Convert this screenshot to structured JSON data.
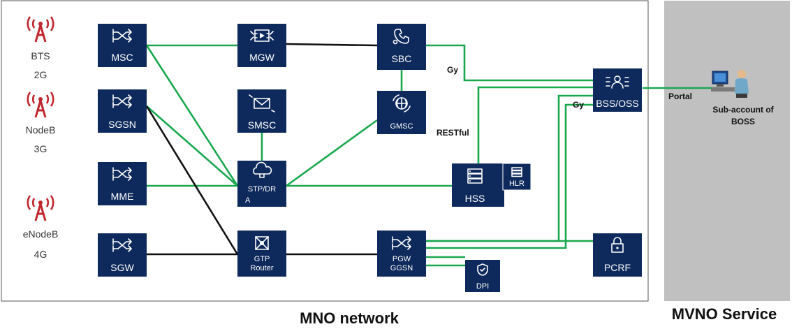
{
  "colors": {
    "node_fill": "#0e2a5c",
    "green_link": "#1aa84e",
    "black_link": "#111111",
    "tower_red": "#c0262d",
    "mvno_panel": "#c0c0c0"
  },
  "regions": {
    "mno_label": "MNO network",
    "mvno_label": "MVNO Service"
  },
  "sites": [
    {
      "name": "BTS",
      "gen": "2G",
      "icon": "antenna-tower-icon"
    },
    {
      "name": "NodeB",
      "gen": "3G",
      "icon": "antenna-tower-icon"
    },
    {
      "name": "eNodeB",
      "gen": "4G",
      "icon": "antenna-tower-icon"
    }
  ],
  "nodes": {
    "msc": {
      "label": "MSC",
      "icon": "switch-arrows-icon"
    },
    "sgsn": {
      "label": "SGSN",
      "icon": "switch-arrows-icon"
    },
    "mme": {
      "label": "MME",
      "icon": "switch-arrows-icon"
    },
    "sgw": {
      "label": "SGW",
      "icon": "switch-arrows-icon"
    },
    "mgw": {
      "label": "MGW",
      "icon": "media-gateway-icon"
    },
    "smsc": {
      "label": "SMSC",
      "icon": "envelope-icon"
    },
    "stp": {
      "label_line1": "STP/DR",
      "label_line2": "A",
      "icon": "cloud-network-icon"
    },
    "gtp": {
      "label_line1": "GTP",
      "label_line2": "Router",
      "icon": "router-icon"
    },
    "sbc": {
      "label": "SBC",
      "icon": "phone-gear-icon"
    },
    "gmsc": {
      "label": "GMSC",
      "icon": "globe-arrows-icon"
    },
    "pgw": {
      "label_line1": "PGW",
      "label_line2": "GGSN",
      "icon": "switch-arrows-icon"
    },
    "hss": {
      "label": "HSS",
      "icon": "server-list-icon"
    },
    "hlr": {
      "label": "HLR",
      "icon": "server-list-icon"
    },
    "dpi": {
      "label": "DPI",
      "icon": "shield-icon"
    },
    "bss": {
      "label": "BSS/OSS",
      "icon": "user-arrows-icon"
    },
    "pcrf": {
      "label": "PCRF",
      "icon": "lock-icon"
    }
  },
  "link_labels": {
    "gy_top": "Gy",
    "gy_mid": "Gy",
    "restful": "RESTful",
    "portal": "Portal"
  },
  "user": {
    "line1": "Sub-account of",
    "line2": "BOSS",
    "icon": "user-at-computer-icon"
  }
}
